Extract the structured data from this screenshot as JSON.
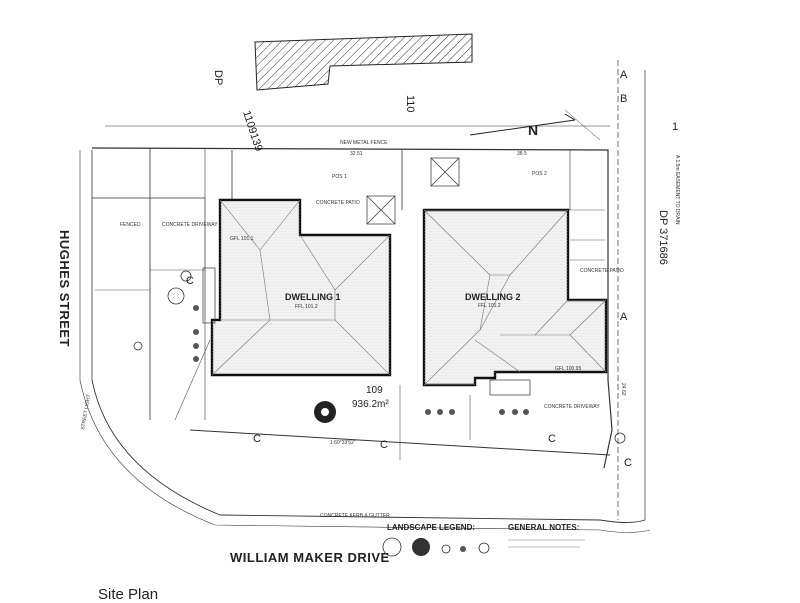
{
  "streets": {
    "hughes": "HUGHES STREET",
    "william_maker": "WILLIAM MAKER DRIVE"
  },
  "dwellings": {
    "d1": {
      "title": "DWELLING 1",
      "ffl": "FFL 101.2",
      "gfl": "GFL 101.1"
    },
    "d2": {
      "title": "DWELLING 2",
      "ffl": "FFL 101.2",
      "gfl": "GFL 100.95"
    }
  },
  "lot": {
    "number": "109",
    "area": "936.2m²"
  },
  "parcels": {
    "dp_left": "DP",
    "dp_top": "1109139",
    "lot_110": "110",
    "dp_right": "DP 371686",
    "grid_a": "A",
    "grid_b": "B",
    "grid_1": "1",
    "grid_a_lower": "A",
    "grid_c1": "C",
    "grid_c2": "C",
    "grid_c3": "C",
    "grid_c4": "C",
    "grid_c5": "C",
    "north": "N"
  },
  "annotations": {
    "fence": "NEW METAL FENCE",
    "dim_top1": "32.51",
    "dim_top2": "38.5",
    "dim_bottom": "1:60°33'52\"",
    "concrete_driveway_1": "CONCRETE DRIVEWAY",
    "concrete_driveway_2": "CONCRETE DRIVEWAY",
    "concrete_patio": "CONCRETE PATIO",
    "concrete_patio_2": "CONCRETE PATIO",
    "pos1": "POS 1",
    "pos2": "POS 2",
    "fenced": "FENCED",
    "street_light": "STREET LIGHT",
    "kerb": "CONCRETE KERB & GUTTER",
    "right_notes": "A 1.5m EASEMENT TO DRAIN",
    "dim_right": "24.62"
  },
  "legend": {
    "landscape": "LANDSCAPE LEGEND:",
    "general": "GENERAL NOTES:"
  },
  "caption": "Site Plan"
}
